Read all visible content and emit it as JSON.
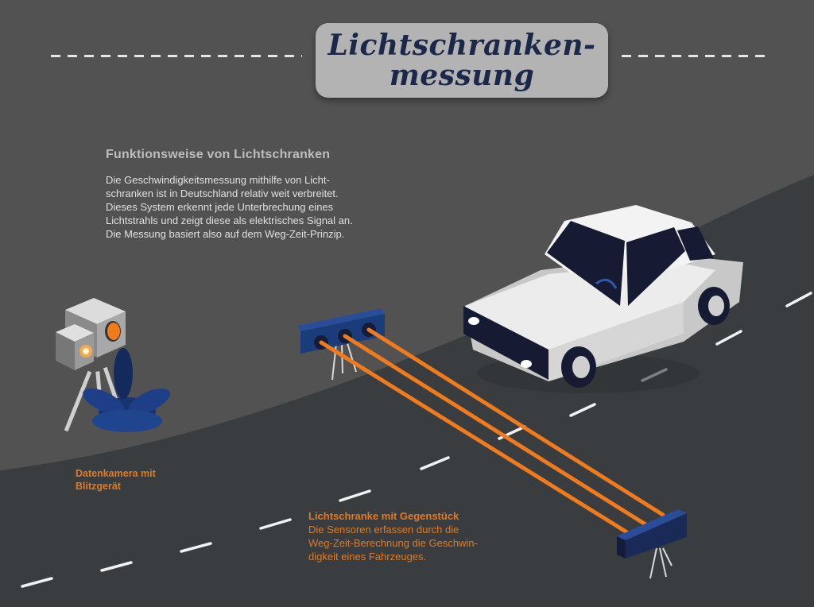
{
  "header": {
    "title_line1": "Lichtschranken-",
    "title_line2": "messung"
  },
  "intro": {
    "heading": "Funktionsweise von Lichtschranken",
    "body": "Die Geschwindigkeitsmessung  mithilfe von Licht-\nschranken ist in Deutschland relativ weit verbreitet.\nDieses System erkennt jede Unterbrechung eines\nLichtstrahls und zeigt diese als elektrisches Signal an.\nDie Messung  basiert also auf dem Weg-Zeit-Prinzip."
  },
  "labels": {
    "camera": "Datenkamera mit\nBlitzgerät",
    "barrier_title": "Lichtschranke mit Gegenstück",
    "barrier_body": "Die Sensoren erfassen durch die\nWeg-Zeit-Berechnung die Geschwin-\ndigkeit eines Fahrzeuges."
  },
  "illustration": {
    "objects": [
      "speed-camera-with-flash",
      "bush",
      "light-barrier-sender",
      "light-beams",
      "light-barrier-receiver",
      "car",
      "road-with-lane-markings"
    ],
    "beam_count": 3
  },
  "colors": {
    "background": "#525252",
    "road": "#393d3f",
    "title_box": "#b3b3b3",
    "title_text": "#1b2849",
    "accent_orange": "#e07a24",
    "sensor_blue": "#1a3c7a",
    "sensor_dark": "#141c3a",
    "car_body": "#ececec",
    "car_window": "#161b33"
  }
}
